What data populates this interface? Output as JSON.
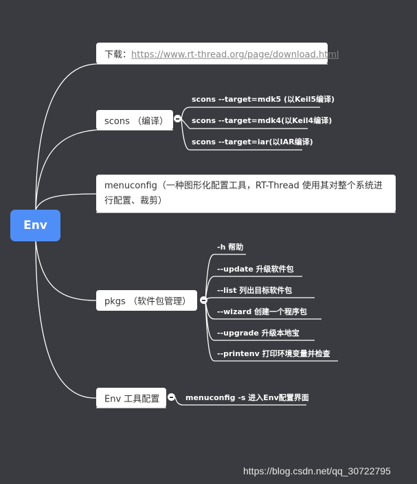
{
  "root": {
    "label": "Env"
  },
  "branches": {
    "download": {
      "prefix": "下载：",
      "url": "https://www.rt-thread.org/page/download.html"
    },
    "scons": {
      "label": "scons （编译）",
      "children": [
        "scons --target=mdk5 (以Keil5编译)",
        "scons --target=mdk4(以Keil4编译)",
        "scons --target=iar(以IAR编译)"
      ]
    },
    "menuconfig": {
      "label": "menuconfig（一种图形化配置工具，RT-Thread 使用其对整个系统进行配置、裁剪）"
    },
    "pkgs": {
      "label": "pkgs （软件包管理）",
      "children": [
        "-h 帮助",
        "--update 升级软件包",
        "--list 列出目标软件包",
        "--wizard 创建一个程序包",
        "--upgrade 升级本地宝",
        "--printenv 打印环境变量并检查"
      ]
    },
    "env_config": {
      "label": "Env 工具配置",
      "children": [
        "menuconfig -s 进入Env配置界面"
      ]
    }
  },
  "watermark": "https://blog.csdn.net/qq_30722795",
  "colors": {
    "background": "#393b40",
    "root": "#4f8ef7",
    "node": "#ffffff",
    "line": "#ffffff"
  }
}
